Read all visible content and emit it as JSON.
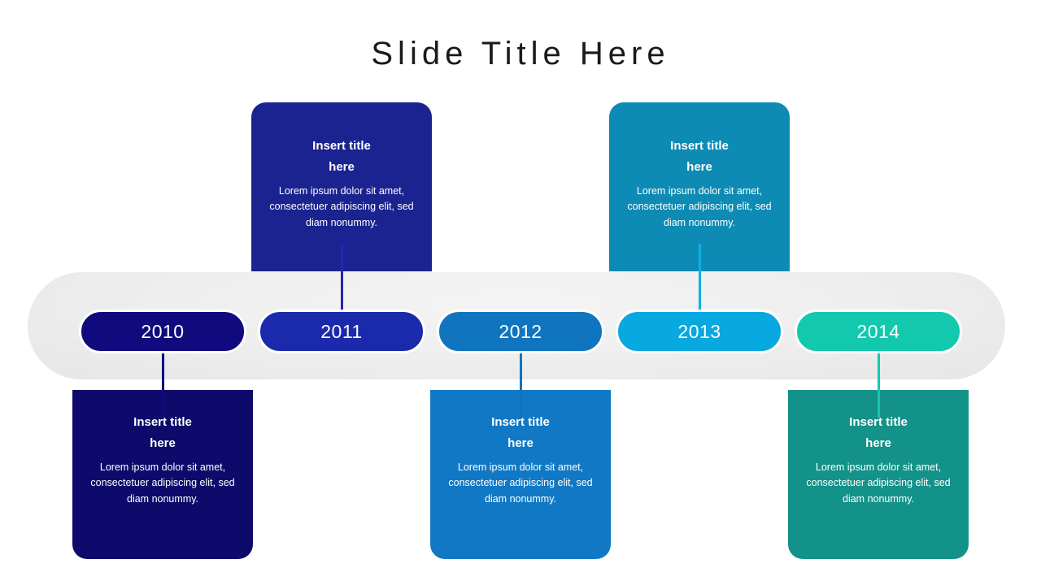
{
  "slide": {
    "title": "Slide Title Here",
    "background_color": "#ffffff",
    "track_color": "#eeeeee"
  },
  "timeline": {
    "milestones": [
      {
        "year": "2010",
        "pill_color": "#110a7e",
        "card_color": "#0d0a6b",
        "stem_color": "#110a7e",
        "card_position": "bottom",
        "title_line1": "Insert title",
        "title_line2": "here",
        "body": "Lorem ipsum dolor sit amet, consectetuer adipiscing elit, sed diam nonummy."
      },
      {
        "year": "2011",
        "pill_color": "#1b2aad",
        "card_color": "#1b2390",
        "stem_color": "#1b2aad",
        "card_position": "top",
        "title_line1": "Insert title",
        "title_line2": "here",
        "body": "Lorem ipsum dolor sit amet, consectetuer adipiscing elit, sed diam nonummy."
      },
      {
        "year": "2012",
        "pill_color": "#1075bf",
        "card_color": "#1078c4",
        "stem_color": "#1075bf",
        "card_position": "bottom",
        "title_line1": "Insert title",
        "title_line2": "here",
        "body": "Lorem ipsum dolor sit amet, consectetuer adipiscing elit, sed diam nonummy."
      },
      {
        "year": "2013",
        "pill_color": "#08a8e0",
        "card_color": "#0d8bb4",
        "stem_color": "#0bb0e5",
        "card_position": "top",
        "title_line1": "Insert title",
        "title_line2": "here",
        "body": "Lorem ipsum dolor sit amet, consectetuer adipiscing elit, sed diam nonummy."
      },
      {
        "year": "2014",
        "pill_color": "#12c8ad",
        "card_color": "#139289",
        "stem_color": "#17c6b0",
        "card_position": "bottom",
        "title_line1": "Insert title",
        "title_line2": "here",
        "body": "Lorem ipsum dolor sit amet, consectetuer adipiscing elit, sed diam nonummy."
      }
    ]
  }
}
